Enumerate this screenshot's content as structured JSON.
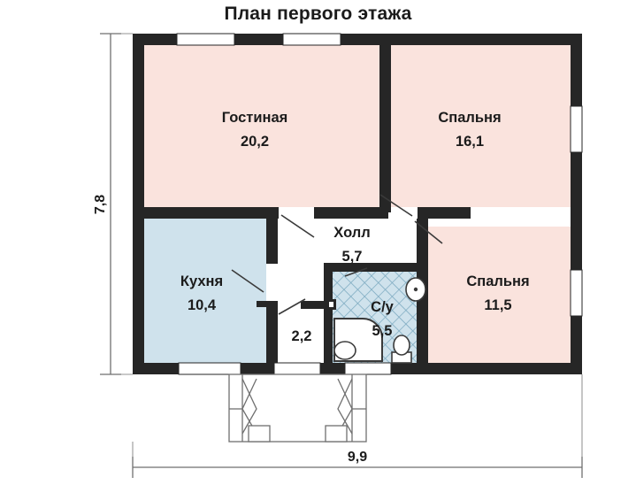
{
  "title": "План первого этажа",
  "dimensions": {
    "height_label": "7,8",
    "width_label": "9,9",
    "units_note": ""
  },
  "rooms": [
    {
      "id": "living",
      "name": "Гостиная",
      "area": "20,2",
      "fill": "#fae3dd"
    },
    {
      "id": "bedroom1",
      "name": "Спальня",
      "area": "16,1",
      "fill": "#fae3dd"
    },
    {
      "id": "kitchen",
      "name": "Кухня",
      "area": "10,4",
      "fill": "#cfe2ec"
    },
    {
      "id": "hall",
      "name": "Холл",
      "area": "5,7",
      "fill": "#ffffff"
    },
    {
      "id": "bathroom",
      "name": "С/у",
      "area": "5,5",
      "fill": "#cfe2ec"
    },
    {
      "id": "bedroom2",
      "name": "Спальня",
      "area": "11,5",
      "fill": "#fae3dd"
    },
    {
      "id": "storage",
      "name": "",
      "area": "2,2",
      "fill": "#ffffff"
    }
  ],
  "colors": {
    "wall": "#262626",
    "pink": "#fae3dd",
    "blue": "#cfe2ec",
    "white": "#ffffff",
    "line": "#6f6f6f",
    "text": "#1b1b1b",
    "hatch": "#7aa8bf"
  },
  "fixtures": [
    {
      "name": "bathtub"
    },
    {
      "name": "toilet"
    },
    {
      "name": "sink"
    }
  ],
  "features": {
    "windows_count": 7,
    "porch": "entry-porch"
  }
}
